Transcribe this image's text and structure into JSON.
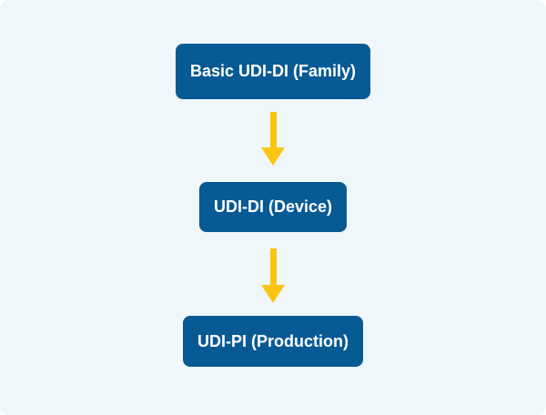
{
  "colors": {
    "canvas_bg": "#EFF7FB",
    "node_bg": "#075A94",
    "node_text": "#FFFFFF",
    "arrow": "#F9C513"
  },
  "diagram": {
    "type": "vertical-flow",
    "nodes": [
      {
        "id": "basic-udi-di-family",
        "label": "Basic UDI-DI (Family)"
      },
      {
        "id": "udi-di-device",
        "label": "UDI-DI (Device)"
      },
      {
        "id": "udi-pi-production",
        "label": "UDI-PI (Production)"
      }
    ],
    "connectors": [
      {
        "from": "basic-udi-di-family",
        "to": "udi-di-device",
        "direction": "down"
      },
      {
        "from": "udi-di-device",
        "to": "udi-pi-production",
        "direction": "down"
      }
    ]
  }
}
